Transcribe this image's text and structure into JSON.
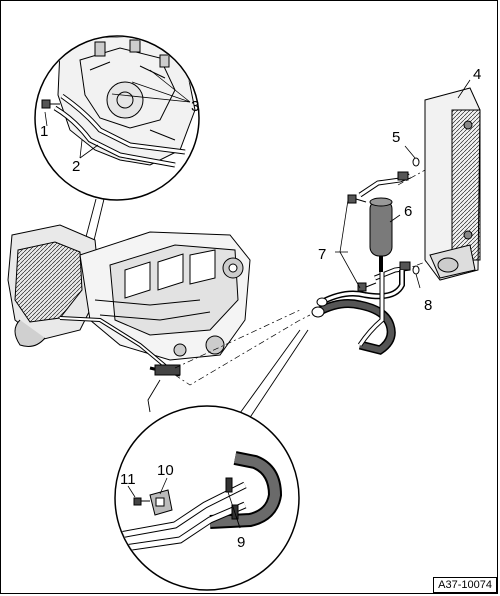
{
  "figure": {
    "reference_code": "A37-10074",
    "callouts": [
      {
        "id": "1",
        "label": "1"
      },
      {
        "id": "2",
        "label": "2"
      },
      {
        "id": "3",
        "label": "3"
      },
      {
        "id": "4",
        "label": "4"
      },
      {
        "id": "5",
        "label": "5"
      },
      {
        "id": "6",
        "label": "6"
      },
      {
        "id": "7",
        "label": "7"
      },
      {
        "id": "8",
        "label": "8"
      },
      {
        "id": "9",
        "label": "9"
      },
      {
        "id": "10",
        "label": "10"
      },
      {
        "id": "11",
        "label": "11"
      }
    ]
  },
  "colors": {
    "ink": "#000000",
    "paper": "#ffffff",
    "shade": "#9a9a9a",
    "dark": "#3a3a3a"
  }
}
